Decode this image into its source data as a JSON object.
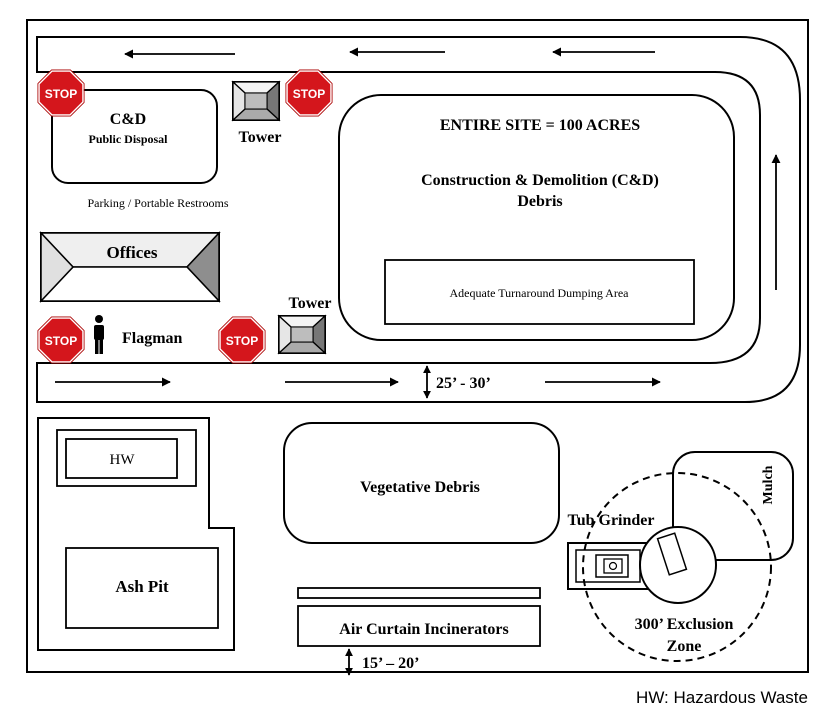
{
  "site": {
    "total": "ENTIRE SITE = 100 ACRES"
  },
  "areas": {
    "cd_public": {
      "title": "C&D",
      "subtitle": "Public Disposal"
    },
    "parking": "Parking / Portable Restrooms",
    "offices": "Offices",
    "cd_debris": {
      "line1": "Construction & Demolition (C&D)",
      "line2": "Debris"
    },
    "turnaround": "Adequate Turnaround Dumping Area",
    "hw": "HW",
    "ash_pit": "Ash Pit",
    "vegetative": "Vegetative Debris",
    "incinerators": "Air Curtain Incinerators",
    "tub_grinder": "Tub Grinder",
    "mulch": "Mulch",
    "exclusion": {
      "line1": "300’ Exclusion",
      "line2": "Zone"
    }
  },
  "labels": {
    "tower_top": "Tower",
    "tower_mid": "Tower",
    "flagman": "Flagman",
    "road_width": "25’ - 30’",
    "incinerator_gap": "15’ – 20’"
  },
  "stop_signs": {
    "text": "STOP",
    "color": "#d4161c"
  },
  "icons": [
    "stop-sign-icon",
    "tower-icon",
    "flagman-icon",
    "arrow-icon"
  ],
  "legend": "HW: Hazardous Waste"
}
